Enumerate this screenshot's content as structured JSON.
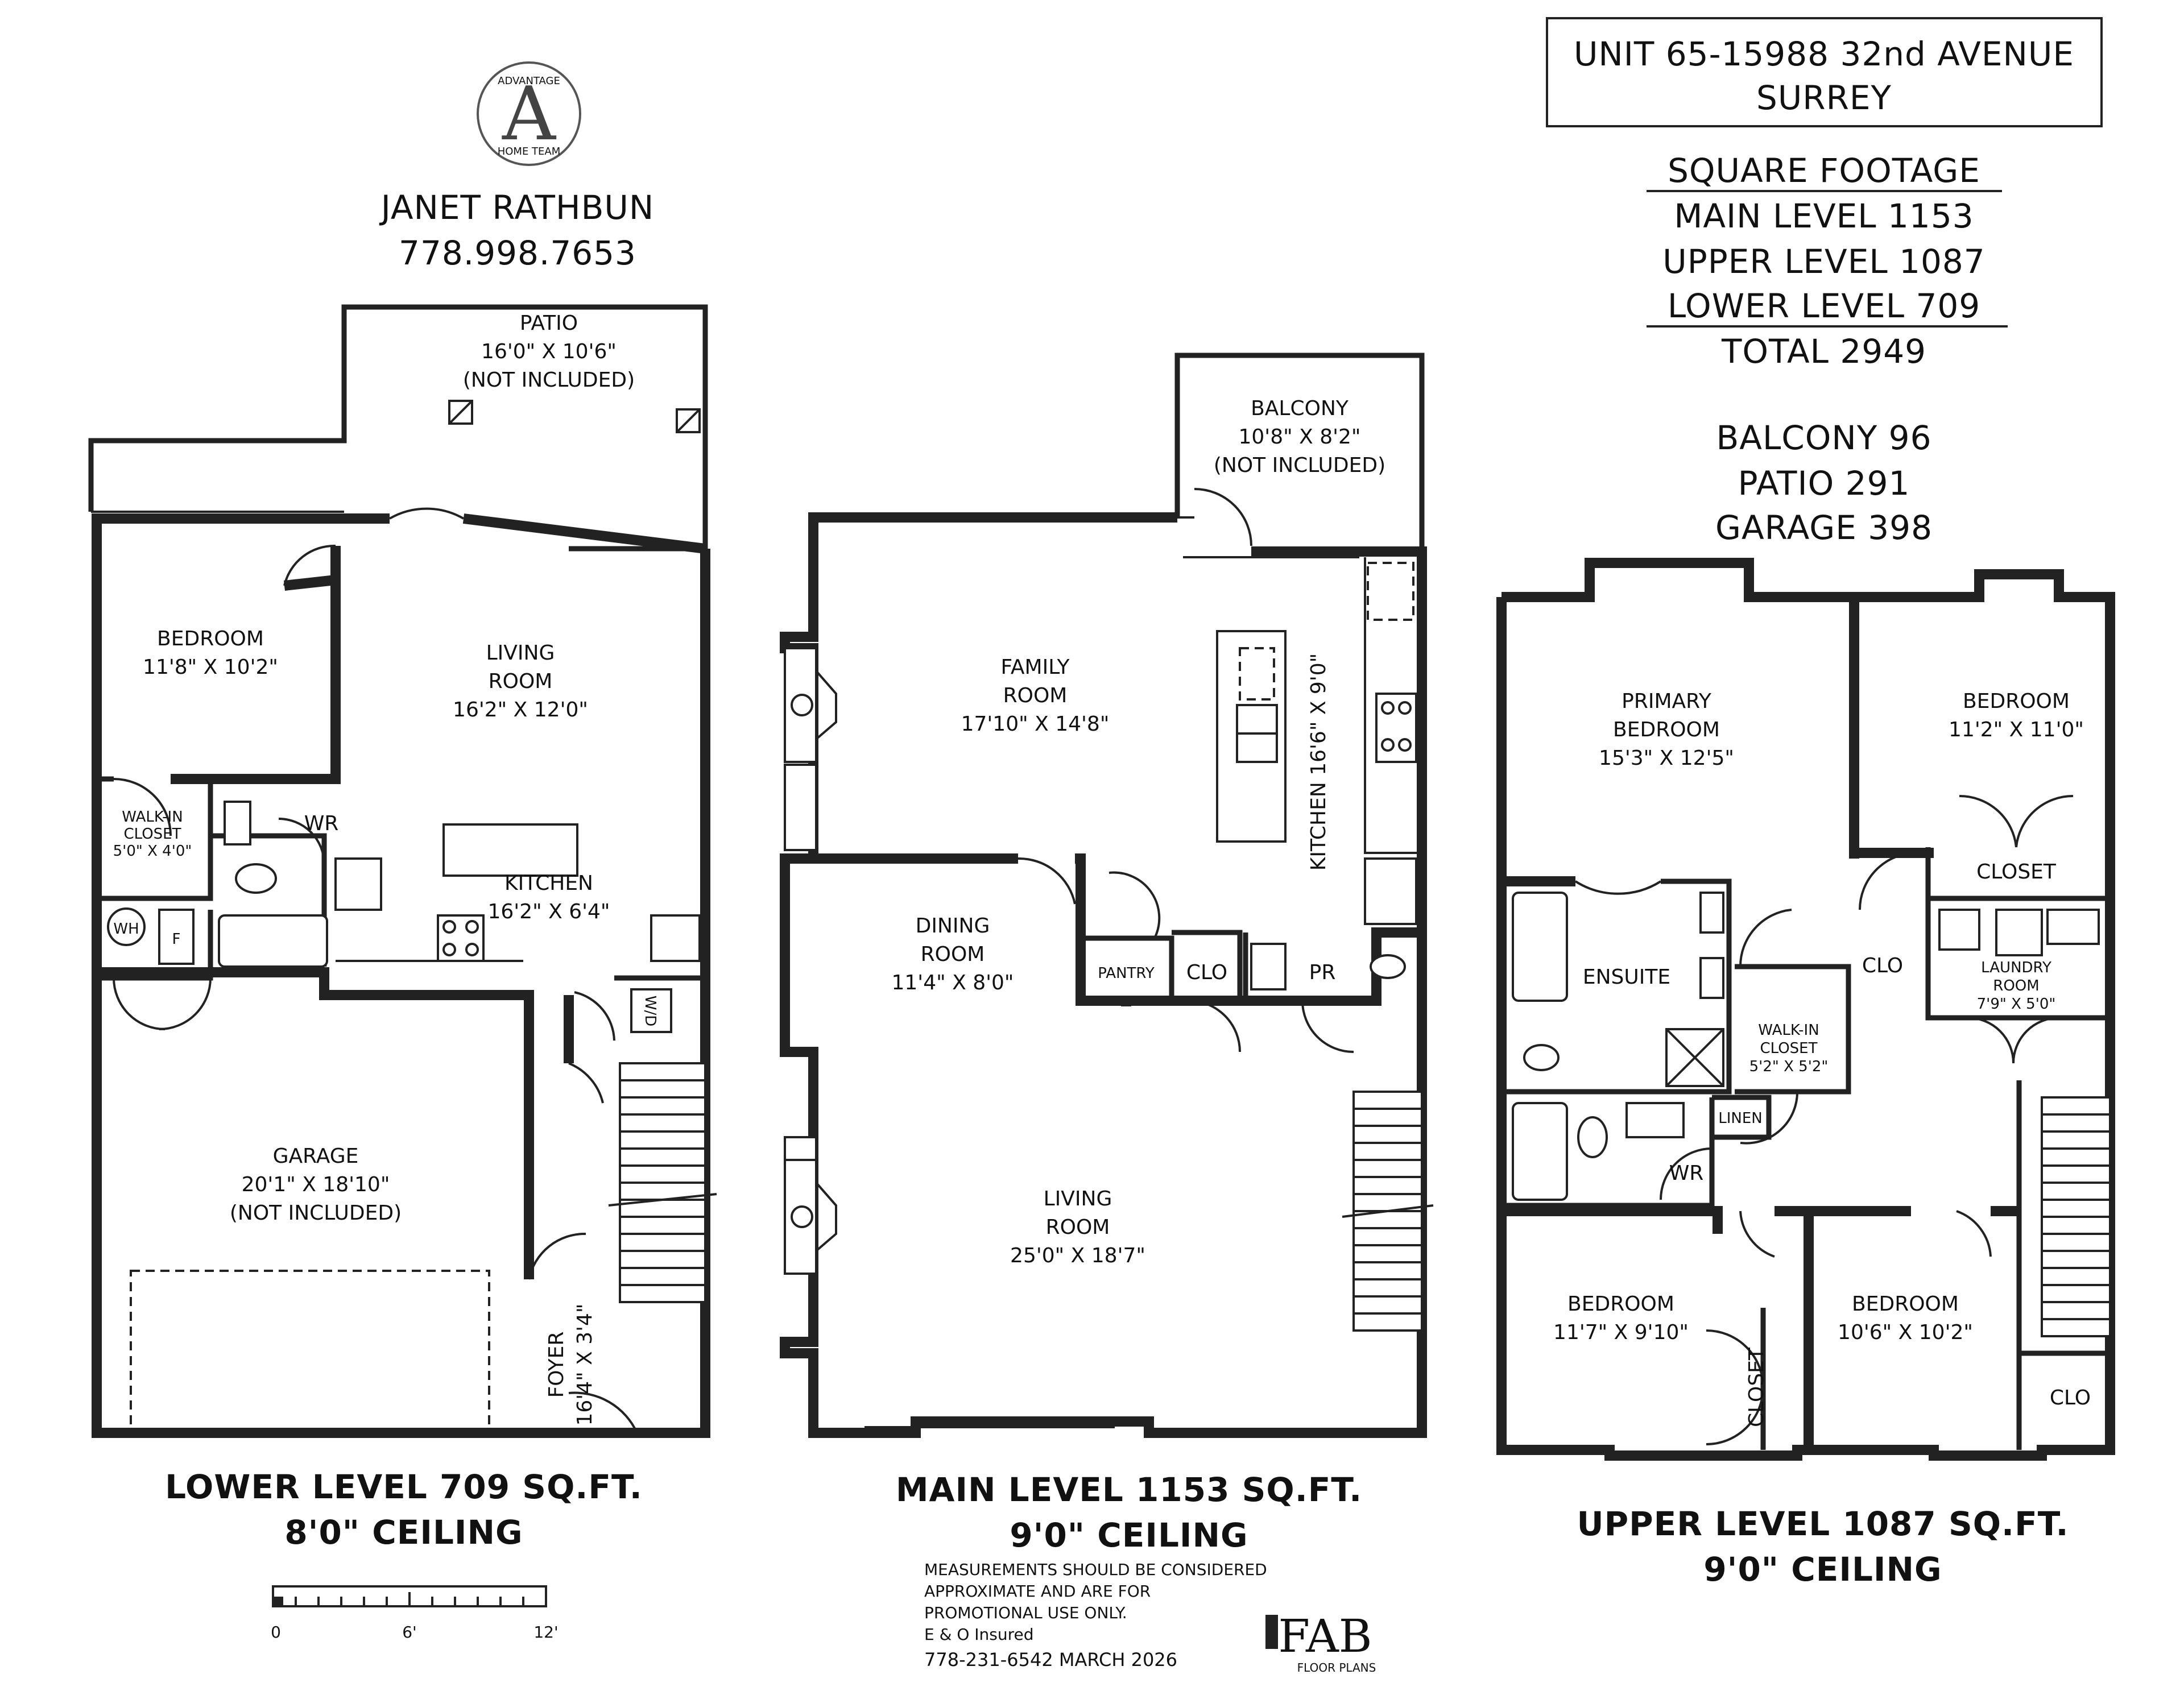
{
  "header": {
    "agent_name": "JANET RATHBUN",
    "agent_phone": "778.998.7653",
    "logo_text_top": "ADVANTAGE",
    "logo_text_bottom": "HOME TEAM",
    "address_line1": "UNIT 65-15988 32nd AVENUE",
    "address_line2": "SURREY"
  },
  "square_footage": {
    "title": "SQUARE FOOTAGE",
    "main": "MAIN LEVEL 1153",
    "upper": "UPPER LEVEL 1087",
    "lower": "LOWER LEVEL 709",
    "total": "TOTAL 2949",
    "balcony": "BALCONY 96",
    "patio": "PATIO 291",
    "garage": "GARAGE 398"
  },
  "lower": {
    "patio_name": "PATIO",
    "patio_dims": "16'0\" X 10'6\"",
    "patio_note": "(NOT INCLUDED)",
    "bedroom_name": "BEDROOM",
    "bedroom_dims": "11'8\" X 10'2\"",
    "living_name1": "LIVING",
    "living_name2": "ROOM",
    "living_dims": "16'2\" X 12'0\"",
    "walkin_name1": "WALK-IN",
    "walkin_name2": "CLOSET",
    "walkin_dims": "5'0\" X 4'0\"",
    "wr": "WR",
    "kitchen_name": "KITCHEN",
    "kitchen_dims": "16'2\" X 6'4\"",
    "wh": "WH",
    "f": "F",
    "wd": "W/D",
    "garage_name": "GARAGE",
    "garage_dims": "20'1\" X 18'10\"",
    "garage_note": "(NOT INCLUDED)",
    "foyer_name": "FOYER",
    "foyer_dims": "16'4\" X 3'4\"",
    "level_title": "LOWER LEVEL 709 SQ.FT.",
    "ceiling": "8'0\" CEILING"
  },
  "main": {
    "balcony_name": "BALCONY",
    "balcony_dims": "10'8\" X 8'2\"",
    "balcony_note": "(NOT INCLUDED)",
    "family_name1": "FAMILY",
    "family_name2": "ROOM",
    "family_dims": "17'10\" X 14'8\"",
    "kitchen_label": "KITCHEN 16'6\" X 9'0\"",
    "dining_name1": "DINING",
    "dining_name2": "ROOM",
    "dining_dims": "11'4\" X 8'0\"",
    "pantry": "PANTRY",
    "clo": "CLO",
    "pr": "PR",
    "living_name1": "LIVING",
    "living_name2": "ROOM",
    "living_dims": "25'0\" X 18'7\"",
    "level_title": "MAIN LEVEL 1153 SQ.FT.",
    "ceiling": "9'0\" CEILING"
  },
  "upper": {
    "primary_name1": "PRIMARY",
    "primary_name2": "BEDROOM",
    "primary_dims": "15'3\" X 12'5\"",
    "bedroom2_name": "BEDROOM",
    "bedroom2_dims": "11'2\" X 11'0\"",
    "closet": "CLOSET",
    "ensuite": "ENSUITE",
    "clo": "CLO",
    "laundry_name1": "LAUNDRY",
    "laundry_name2": "ROOM",
    "laundry_dims": "7'9\" X 5'0\"",
    "walkin_name1": "WALK-IN",
    "walkin_name2": "CLOSET",
    "walkin_dims": "5'2\" X 5'2\"",
    "linen": "LINEN",
    "wr": "WR",
    "bedroom3_name": "BEDROOM",
    "bedroom3_dims": "11'7\" X 9'10\"",
    "closet_vertical": "CLOSET",
    "bedroom4_name": "BEDROOM",
    "bedroom4_dims": "10'6\" X 10'2\"",
    "clo2": "CLO",
    "level_title": "UPPER LEVEL 1087 SQ.FT.",
    "ceiling": "9'0\" CEILING"
  },
  "footer": {
    "disclaimer1": "MEASUREMENTS SHOULD BE CONSIDERED",
    "disclaimer2": "APPROXIMATE AND ARE FOR",
    "disclaimer3": "PROMOTIONAL USE ONLY.",
    "insured": "E & O Insured",
    "contact": "778-231-6542 MARCH 2026",
    "brand": "FAB",
    "brand_sub": "FLOOR PLANS",
    "scale_0": "0",
    "scale_6": "6'",
    "scale_12": "12'"
  }
}
